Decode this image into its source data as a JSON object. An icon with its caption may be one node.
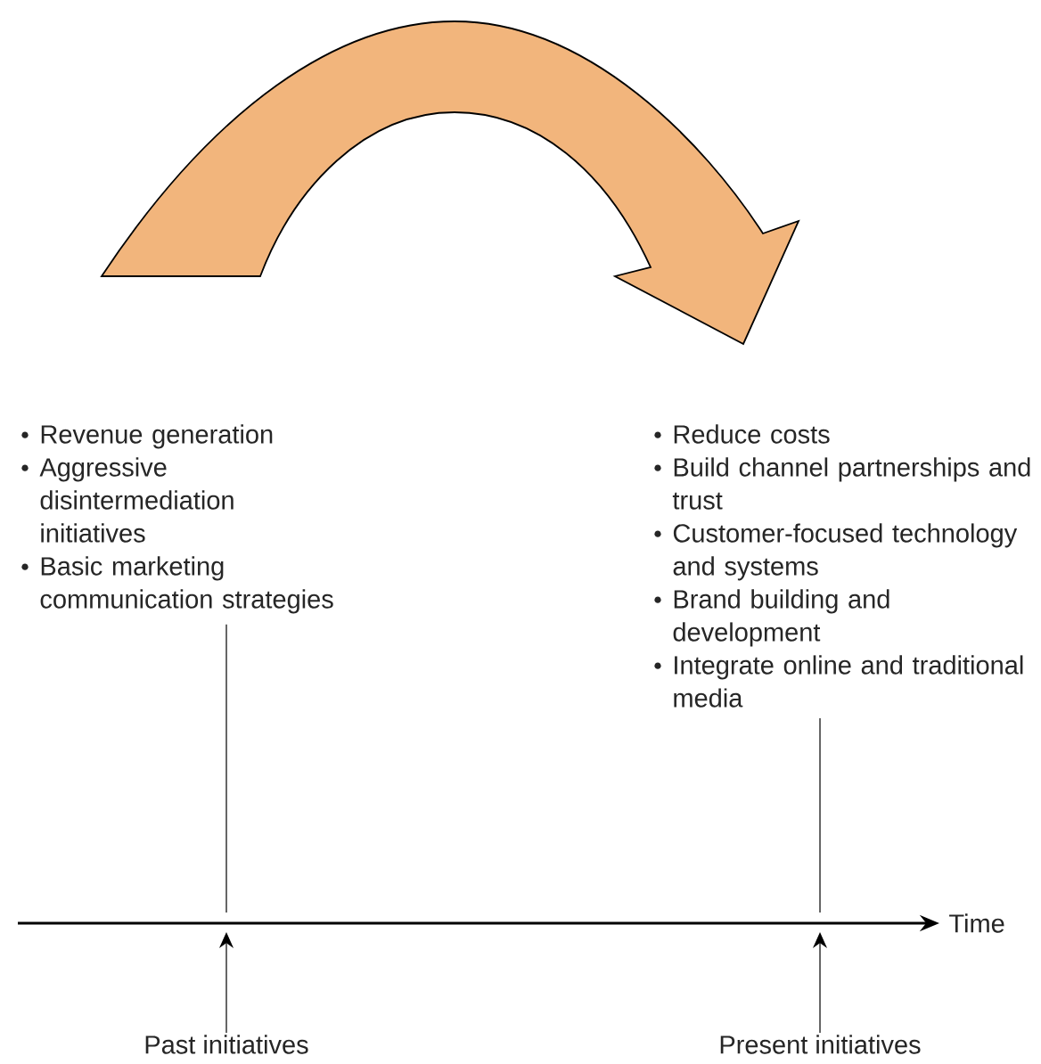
{
  "diagram": {
    "nodes": [
      {
        "text": [
          "Revenue generation",
          "Aggressive disintermediation initiatives",
          "Basic marketing communication strategies"
        ]
      },
      {
        "text": [
          "Reduce costs",
          "Build channel partnerships and trust",
          "Customer-focused technology and systems",
          "Brand building and development",
          "Integrate online and traditional media"
        ]
      },
      {
        "text": [
          "Past initiatives"
        ]
      },
      {
        "text": [
          "Present initiatives"
        ]
      }
    ],
    "edges": [
      {
        "from": 0,
        "to": 1,
        "arrow": "to",
        "style": "thick",
        "color": "#f2b57c"
      },
      {
        "from": 0,
        "to": null,
        "arrow": "none"
      },
      {
        "from": 2,
        "to": null,
        "arrow": "to"
      },
      {
        "from": 1,
        "to": null,
        "arrow": "none"
      },
      {
        "from": 3,
        "to": null,
        "arrow": "to"
      }
    ],
    "labels": [
      "Time"
    ]
  }
}
